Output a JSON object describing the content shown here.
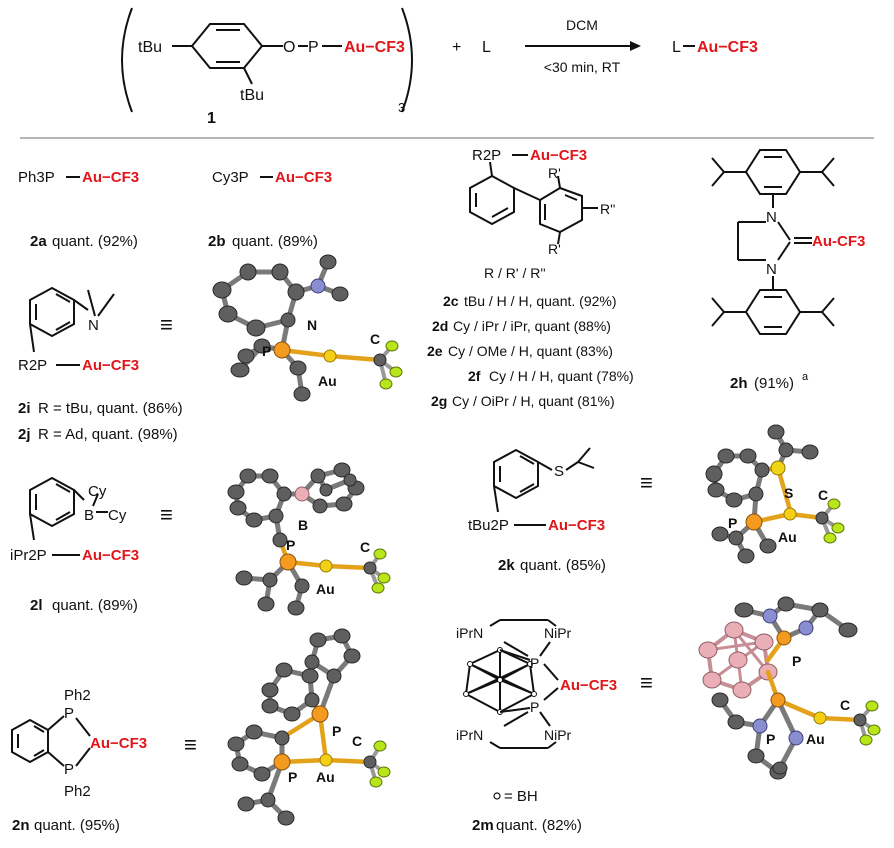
{
  "reaction": {
    "tBu_top": "tBu",
    "O": "O",
    "P": "P",
    "AuCF3": "Au−CF3",
    "tBu_bottom": "tBu",
    "sub3": "3",
    "compound_1": "1",
    "plus": "+",
    "L": "L",
    "arrow_top": "DCM",
    "arrow_bottom": "<30 min, RT",
    "product_L": "L",
    "product_AuCF3": "Au−CF3"
  },
  "compounds": {
    "2a": {
      "ligand": "Ph3P",
      "label": "2a",
      "yield": "quant. (92%)"
    },
    "2b": {
      "ligand": "Cy3P",
      "label": "2b",
      "yield": "quant. (89%)"
    },
    "2c_group": {
      "ligand": "R2P",
      "subs": [
        "R'",
        "R'",
        "R''"
      ],
      "header": "R / R' / R''",
      "rows": [
        {
          "label": "2c",
          "text": "tBu / H / H, quant. (92%)"
        },
        {
          "label": "2d",
          "text": "Cy / iPr / iPr, quant (88%)"
        },
        {
          "label": "2e",
          "text": "Cy / OMe / H, quant (83%)"
        },
        {
          "label": "2f",
          "text": "Cy / H / H, quant (78%)"
        },
        {
          "label": "2g",
          "text": "Cy / OiPr / H, quant (81%)"
        }
      ]
    },
    "2h": {
      "label": "2h",
      "yield": "(91%)",
      "note": "a",
      "AuCF3": "Au-CF3",
      "N1": "N",
      "N2": "N"
    },
    "2i_2j": {
      "ligand": "R2P",
      "N": "N",
      "rows": [
        {
          "label": "2i",
          "text": "R = tBu, quant. (86%)"
        },
        {
          "label": "2j",
          "text": "R = Ad, quant. (98%)"
        }
      ]
    },
    "2k": {
      "ligand": "tBu2P",
      "S": "S",
      "label": "2k",
      "yield": "quant. (85%)"
    },
    "2l": {
      "ligand": "iPr2P",
      "B": "B",
      "Cy1": "Cy",
      "Cy2": "Cy",
      "label": "2l",
      "yield": "quant. (89%)"
    },
    "2m": {
      "label": "2m",
      "yield": "quant. (82%)",
      "bh_note": "= BH",
      "P1": "P",
      "P2": "P",
      "N_labels": [
        "iPrN",
        "NiPr",
        "iPrN",
        "NiPr"
      ]
    },
    "2n": {
      "label": "2n",
      "yield": "quant. (95%)",
      "Ph_top": "Ph2",
      "Ph_bot": "Ph2",
      "P1": "P",
      "P2": "P"
    }
  },
  "equiv_symbol": "≡",
  "crystal_labels": {
    "s2i": {
      "N": "N",
      "P": "P",
      "C": "C",
      "Au": "Au"
    },
    "s2l": {
      "B": "B",
      "P": "P",
      "C": "C",
      "Au": "Au"
    },
    "s2k": {
      "S": "S",
      "P": "P",
      "C": "C",
      "Au": "Au"
    },
    "s2n": {
      "P1": "P",
      "P2": "P",
      "C": "C",
      "Au": "Au"
    },
    "s2m": {
      "P1": "P",
      "P2": "P",
      "C": "C",
      "Au": "Au"
    }
  },
  "colors": {
    "au_text": "#e0161b",
    "gold": "#f5cf16",
    "phosphorus": "#f39a1f",
    "fluorine": "#b8e61a",
    "carbon": "#5f5f5f",
    "nitrogen": "#8a8ed0",
    "boron": "#e9aeb6"
  }
}
